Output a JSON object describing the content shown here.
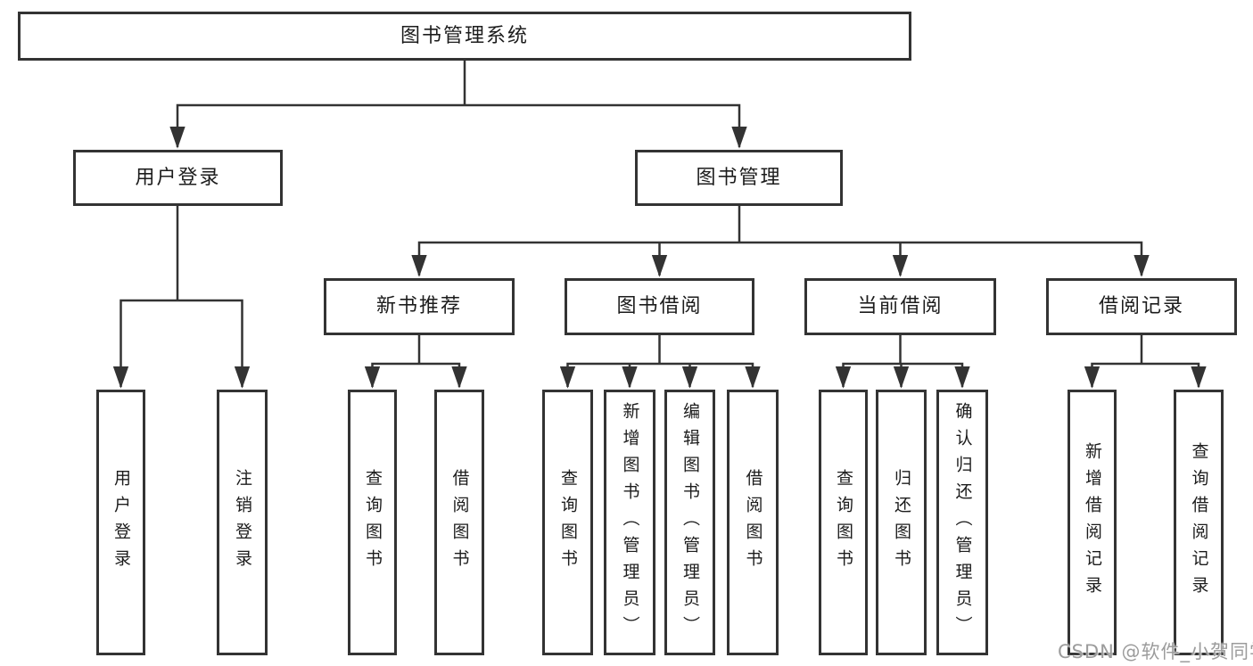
{
  "nodes": {
    "root": "图书管理系统",
    "user_login": "用户登录",
    "book_mgmt": "图书管理",
    "new_book_rec": "新书推荐",
    "book_borrow": "图书借阅",
    "current_borrow": "当前借阅",
    "borrow_record": "借阅记录",
    "leaf_user_login": "用户登录",
    "leaf_logout": "注销登录",
    "leaf_nbr_query": "查询图书",
    "leaf_nbr_borrow": "借阅图书",
    "leaf_bb_query": "查询图书",
    "leaf_bb_add": "新增图书（管理员）",
    "leaf_bb_edit": "编辑图书（管理员）",
    "leaf_bb_borrow": "借阅图书",
    "leaf_cb_query": "查询图书",
    "leaf_cb_return": "归还图书",
    "leaf_cb_confirm": "确认归还（管理员）",
    "leaf_br_add": "新增借阅记录",
    "leaf_br_query": "查询借阅记录"
  },
  "tree": {
    "图书管理系统": {
      "用户登录": [
        "用户登录",
        "注销登录"
      ],
      "图书管理": {
        "新书推荐": [
          "查询图书",
          "借阅图书"
        ],
        "图书借阅": [
          "查询图书",
          "新增图书（管理员）",
          "编辑图书（管理员）",
          "借阅图书"
        ],
        "当前借阅": [
          "查询图书",
          "归还图书",
          "确认归还（管理员）"
        ],
        "借阅记录": [
          "新增借阅记录",
          "查询借阅记录"
        ]
      }
    }
  },
  "watermark": {
    "text": "CSDN @软件_小贺同学"
  },
  "colors": {
    "line": "#333333",
    "box_border": "#333333",
    "box_background": "#ffffff",
    "text": "#1c1c1c",
    "watermark": "#9c9c9c",
    "page_background": "#ffffff"
  }
}
